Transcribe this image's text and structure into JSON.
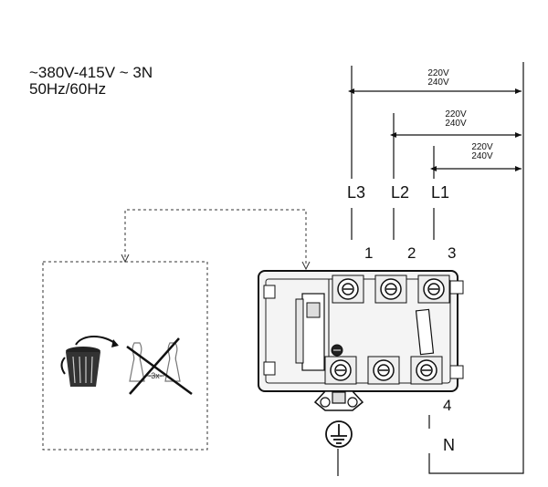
{
  "supply": {
    "line1": "~380V-415V ~   3N",
    "line2": "50Hz/60Hz"
  },
  "voltage_pairs": [
    {
      "top": "220V",
      "bottom": "240V"
    },
    {
      "top": "220V",
      "bottom": "240V"
    },
    {
      "top": "220V",
      "bottom": "240V"
    }
  ],
  "lines": {
    "l3": "L3",
    "l2": "L2",
    "l1": "L1",
    "n": "N"
  },
  "terminals": {
    "t1": "1",
    "t2": "2",
    "t3": "3",
    "t4": "4"
  },
  "bridge_note": "-3x-",
  "icons": [
    "trash-can-icon",
    "crossed-out-bridges-icon",
    "earth-ground-icon"
  ]
}
